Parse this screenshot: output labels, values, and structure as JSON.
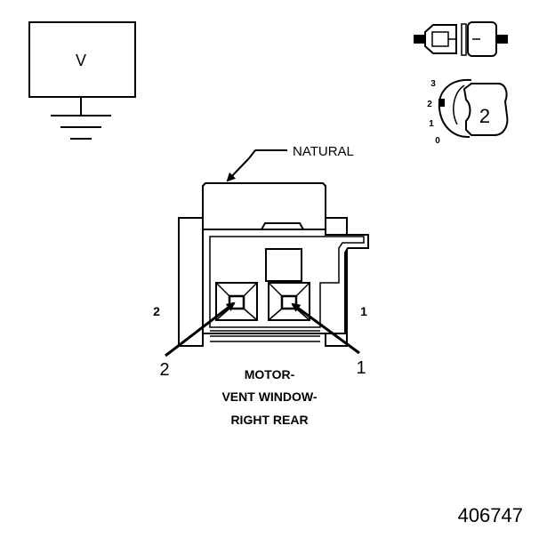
{
  "voltmeter": {
    "symbol": "V"
  },
  "connector_icon": {
    "pin_count_label": "2",
    "view_scale": [
      "3",
      "2",
      "1",
      "0"
    ]
  },
  "callout": {
    "color_label": "NATURAL"
  },
  "connector": {
    "side_labels": {
      "left": "2",
      "right": "1"
    },
    "pin_labels": {
      "left": "2",
      "right": "1"
    }
  },
  "caption": {
    "line1": "MOTOR-",
    "line2": "VENT WINDOW-",
    "line3": "RIGHT REAR"
  },
  "figure_number": "406747"
}
